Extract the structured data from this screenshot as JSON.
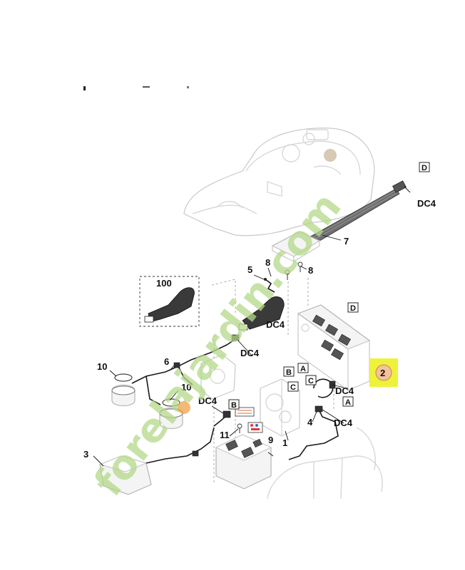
{
  "diagram": {
    "callouts": [
      {
        "id": "c7",
        "text": "7"
      },
      {
        "id": "c8a",
        "text": "8"
      },
      {
        "id": "c8b",
        "text": "8"
      },
      {
        "id": "c5",
        "text": "5"
      },
      {
        "id": "c100",
        "text": "100"
      },
      {
        "id": "c6",
        "text": "6"
      },
      {
        "id": "c10a",
        "text": "10"
      },
      {
        "id": "c10b",
        "text": "10"
      },
      {
        "id": "c3",
        "text": "3"
      },
      {
        "id": "c11",
        "text": "11"
      },
      {
        "id": "c9",
        "text": "9"
      },
      {
        "id": "c1",
        "text": "1"
      },
      {
        "id": "c4",
        "text": "4"
      },
      {
        "id": "c2",
        "text": "2"
      }
    ],
    "connector_labels": [
      {
        "id": "dc4_top",
        "text": "DC4"
      },
      {
        "id": "dc4_mid",
        "text": "DC4"
      },
      {
        "id": "dc4_a",
        "text": "DC4"
      },
      {
        "id": "dc4_b",
        "text": "DC4"
      },
      {
        "id": "dc4_c",
        "text": "DC4"
      },
      {
        "id": "dc4_d",
        "text": "DC4"
      }
    ],
    "box_labels": [
      {
        "id": "bD1",
        "text": "D"
      },
      {
        "id": "bD2",
        "text": "D"
      },
      {
        "id": "bA1",
        "text": "A"
      },
      {
        "id": "bB1",
        "text": "B"
      },
      {
        "id": "bC1",
        "text": "C"
      },
      {
        "id": "bC2",
        "text": "C"
      },
      {
        "id": "bA2",
        "text": "A"
      },
      {
        "id": "bB2",
        "text": "B"
      }
    ],
    "highlight_color": "#eef23a",
    "watermark": {
      "text": "forelajardin.com",
      "color_green": "#b5d98a",
      "color_orange": "#f2a24a",
      "color_brown": "#c9b79a"
    }
  }
}
